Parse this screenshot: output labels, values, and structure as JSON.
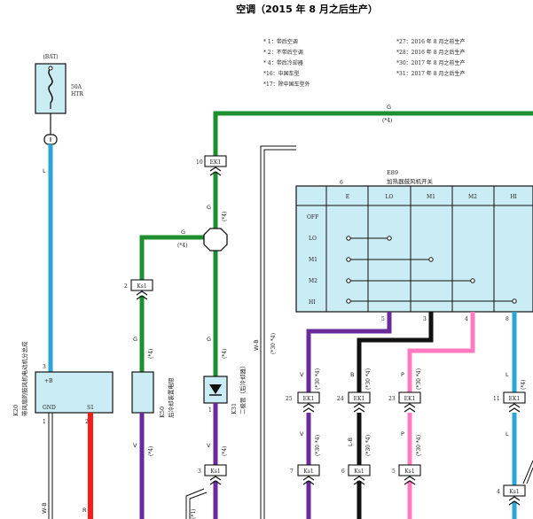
{
  "title": "空调（2015 年 8 月之后生产）",
  "notes_left": [
    "* 1：带后空调",
    "* 2：不带后空调",
    "* 4：带后冷却器",
    "*16：中国车型",
    "*17：除中国车型外"
  ],
  "notes_right": [
    "*27：2016 年 8 月之前生产",
    "*28：2016 年 8 月之后生产",
    "*30：2017 年 8 月之前生产",
    "*31：2017 年 8 月之后生产"
  ],
  "fuse": {
    "terminal": "(BAT)",
    "rating": "50A",
    "name": "HTR"
  },
  "wire_colors": {
    "G": "#1e8f2e",
    "L": "#2aa6d6",
    "V": "#6a2a9a",
    "B": "#111111",
    "R": "#ff1a1a",
    "P": "#ff7ac0",
    "W": "#f0f0f0"
  },
  "labels": {
    "wire_L": "L",
    "wire_G_top": "G",
    "wire_G_top_note": "(*4)",
    "wire_G_mid": "G",
    "wire_G_mid_note": "(*4)",
    "conn_10_num": "10",
    "conn_10": "EK1",
    "conn_2a_num": "2",
    "conn_2a": "Ks1",
    "motor_id": "K20",
    "motor_name": "带风扇的鼓风机电动机分总成",
    "motor_pin_B": "+B",
    "motor_pin_gnd": "GND",
    "motor_pin_s1": "S1",
    "motor_t3": "3",
    "motor_t1": "1",
    "motor_t2": "2",
    "k50_id": "K50",
    "k50_name": "后冷却装置电阻",
    "k31_id": "K31",
    "k31_name": "二极管（后冷却器）",
    "k31_t1": "1",
    "e89_id": "E89",
    "e89_name": "加热器鼓风机开关",
    "e89_pin6": "6",
    "e89_cols": [
      "E",
      "LO",
      "M1",
      "M2",
      "HI"
    ],
    "e89_rows": [
      "OFF",
      "LO",
      "M1",
      "M2",
      "HI"
    ],
    "e89_out": [
      "5",
      "3",
      "4",
      "8"
    ],
    "wbr_note": "W-B (*30 *4)",
    "bottom_conn_nums": [
      "25",
      "24",
      "23",
      "11"
    ],
    "bottom_conn_label": "EK1",
    "bottom_ks_nums": [
      "7",
      "6",
      "5"
    ],
    "ks_label": "Ks1",
    "conn_3_num": "3",
    "conn_4_num": "4",
    "wire_V": "V",
    "wire_B": "B",
    "wire_P": "P",
    "wire_R": "R",
    "wire_WB": "W-B",
    "wire_LB": "L-B",
    "note_30_4": "(*30 *4)",
    "note_4": "(*4)",
    "note_1": "(*1)"
  }
}
